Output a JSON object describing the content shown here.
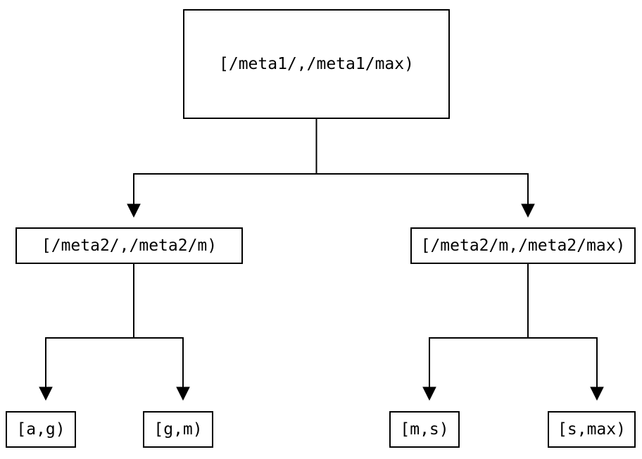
{
  "diagram": {
    "root": {
      "label": "[/meta1/,/meta1/max)"
    },
    "children": [
      {
        "label": "[/meta2/,/meta2/m)",
        "children": [
          {
            "label": "[a,g)"
          },
          {
            "label": "[g,m)"
          }
        ]
      },
      {
        "label": "[/meta2/m,/meta2/max)",
        "children": [
          {
            "label": "[m,s)"
          },
          {
            "label": "[s,max)"
          }
        ]
      }
    ],
    "colors": {
      "background": "#ffffff",
      "line": "#000000",
      "box_border": "#000000",
      "text": "#000000"
    }
  }
}
